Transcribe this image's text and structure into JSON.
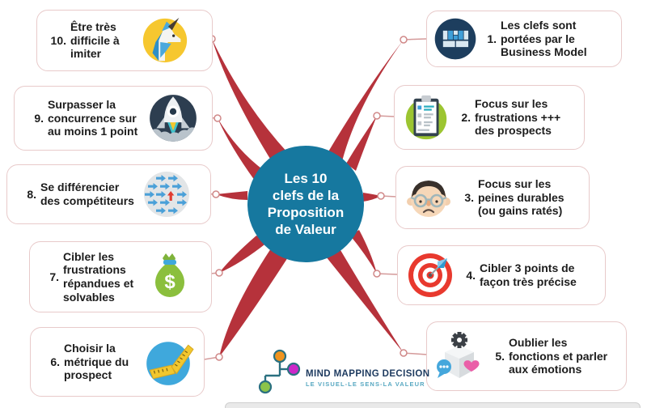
{
  "center": {
    "lines": [
      "Les 10",
      "clefs de la",
      "Proposition",
      "de Valeur"
    ]
  },
  "nodes": [
    {
      "num": "1.",
      "label": "Les clefs sont portées par le Business Model",
      "icon": "business-model-canvas-icon"
    },
    {
      "num": "2.",
      "label": "Focus sur les frustrations +++ des prospects",
      "icon": "clipboard-checklist-icon"
    },
    {
      "num": "3.",
      "label": "Focus sur les peines durables (ou gains ratés)",
      "icon": "sad-face-glasses-icon"
    },
    {
      "num": "4.",
      "label": "Cibler 3 points de façon très précise",
      "icon": "target-dart-icon"
    },
    {
      "num": "5.",
      "label": "Oublier les fonctions et parler aux émotions",
      "icon": "gear-heart-chat-cube-icon"
    },
    {
      "num": "6.",
      "label": "Choisir la métrique du prospect",
      "icon": "measuring-ruler-icon"
    },
    {
      "num": "7.",
      "label": "Cibler les frustrations répandues et solvables",
      "icon": "money-bag-icon"
    },
    {
      "num": "8.",
      "label": "Se différencier des compétiteurs",
      "icon": "differentiation-arrows-icon"
    },
    {
      "num": "9.",
      "label": "Surpasser la concurrence sur au moins 1 point",
      "icon": "rocket-icon"
    },
    {
      "num": "10.",
      "label": "Être très difficile à imiter",
      "icon": "unicorn-icon"
    }
  ],
  "logo": {
    "brand": "MIND MAPPING DECISION",
    "tagline": "LE VISUEL-LE SENS-LA VALEUR"
  },
  "colors": {
    "center_circle": "#16789f",
    "branch": "#b6323b",
    "connector": "#d49a9a",
    "box_border": "#e8caca",
    "text": "#1c1c1c",
    "logo_navy": "#1d3a5f",
    "logo_teal": "#58a8c2",
    "logo_orange": "#f0941f",
    "logo_magenta": "#cc28c8",
    "logo_green": "#8bc34a"
  }
}
